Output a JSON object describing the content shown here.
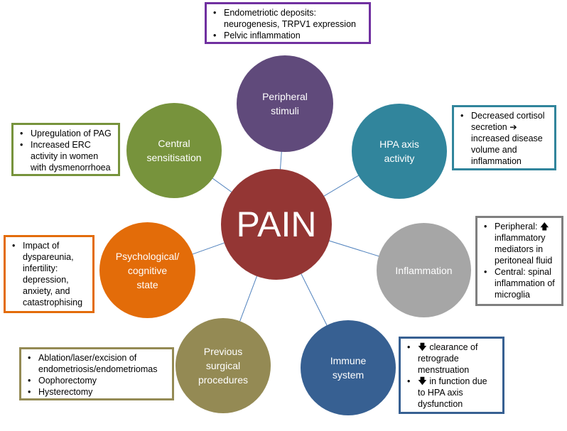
{
  "center": {
    "label": "PAIN",
    "color": "#943634"
  },
  "nodes": [
    {
      "id": "peripheral",
      "label": "Peripheral\nstimuli",
      "color": "#604a7b",
      "box_color": "#7030a0",
      "items": [
        "Endometriotic deposits: neurogenesis, TRPV1 expression",
        "Pelvic inflammation"
      ]
    },
    {
      "id": "hpa",
      "label": "HPA axis\nactivity",
      "color": "#31859c",
      "box_color": "#31859c",
      "items": [
        "Decreased cortisol secretion ➔ increased disease volume and inflammation"
      ]
    },
    {
      "id": "inflammation",
      "label": "Inflammation",
      "color": "#a6a6a6",
      "box_color": "#7f7f7f",
      "items": [
        "Peripheral: 🡅 inflammatory mediators in peritoneal fluid",
        "Central: spinal inflammation of microglia"
      ]
    },
    {
      "id": "immune",
      "label": "Immune\nsystem",
      "color": "#376092",
      "box_color": "#376092",
      "items": [
        "🡇  clearance of retrograde menstruation",
        "🡇    in function due to HPA axis dysfunction"
      ]
    },
    {
      "id": "surgical",
      "label": "Previous\nsurgical\nprocedures",
      "color": "#948a54",
      "box_color": "#948a54",
      "items": [
        "Ablation/laser/excision of endometriosis/endometriomas",
        "Oophorectomy",
        "Hysterectomy"
      ]
    },
    {
      "id": "psych",
      "label": "Psychological/\ncognitive\nstate",
      "color": "#e36c09",
      "box_color": "#e36c09",
      "items": [
        "Impact of dyspareunia, infertility: depression, anxiety, and catastrophising"
      ]
    },
    {
      "id": "central",
      "label": "Central\nsensitisation",
      "color": "#77933c",
      "box_color": "#77933c",
      "items": [
        "Upregulation of PAG",
        "Increased ERC activity in women with dysmenorrhoea"
      ]
    }
  ]
}
